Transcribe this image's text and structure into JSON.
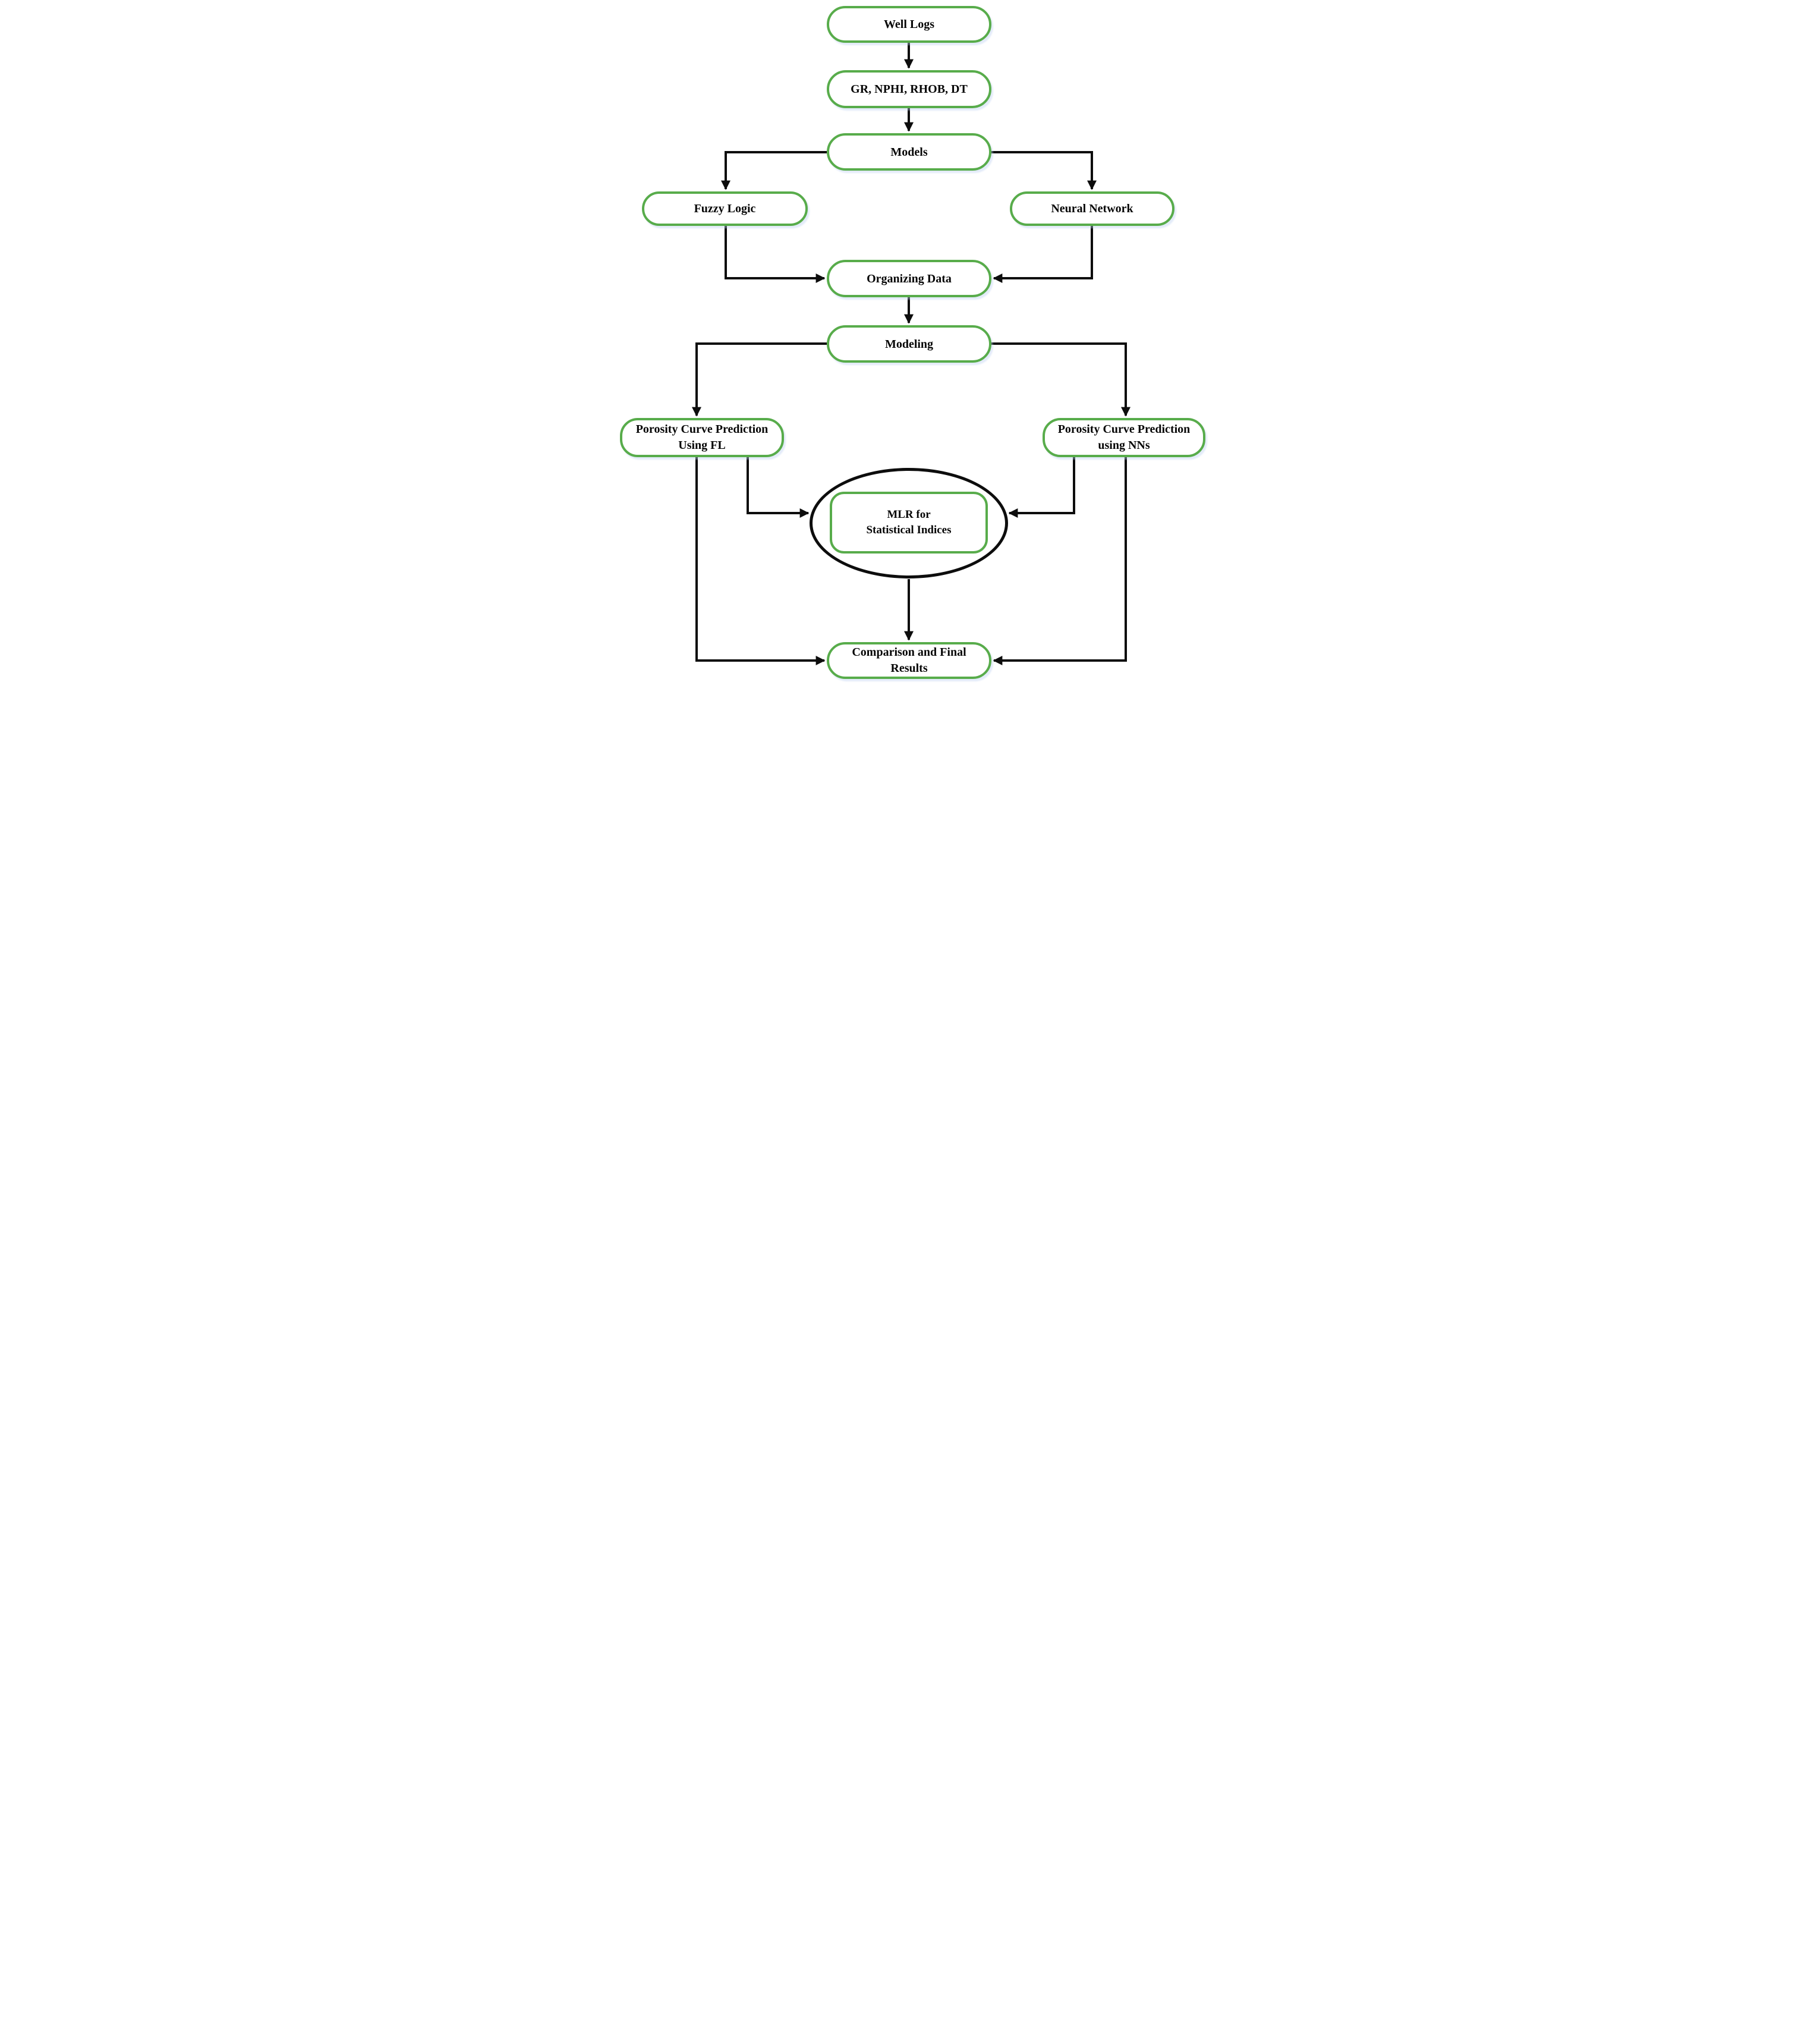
{
  "diagram": {
    "type": "flowchart",
    "accent_color": "#58AC4B",
    "line_color": "#0D0D0D",
    "background_color": "#FFFFFF",
    "nodes": {
      "well_logs": {
        "label": "Well Logs"
      },
      "inputs": {
        "label": "GR, NPHI, RHOB, DT"
      },
      "models": {
        "label": "Models"
      },
      "fuzzy_logic": {
        "label": "Fuzzy Logic"
      },
      "neural_network": {
        "label": "Neural Network"
      },
      "organizing_data": {
        "label": "Organizing Data"
      },
      "modeling": {
        "label": "Modeling"
      },
      "porosity_fl": {
        "line1": "Porosity Curve Prediction",
        "line2": "Using FL"
      },
      "porosity_nn": {
        "line1": "Porosity Curve Prediction",
        "line2": "using NNs"
      },
      "mlr": {
        "line1": "MLR for",
        "line2": "Statistical Indices"
      },
      "comparison": {
        "line1": "Comparison and Final",
        "line2": "Results"
      }
    },
    "edges": [
      "Well Logs -> GR, NPHI, RHOB, DT",
      "GR, NPHI, RHOB, DT -> Models",
      "Models -> Fuzzy Logic",
      "Models -> Neural Network",
      "Fuzzy Logic -> Organizing Data",
      "Neural Network -> Organizing Data",
      "Organizing Data -> Modeling",
      "Modeling -> Porosity Curve Prediction Using FL",
      "Modeling -> Porosity Curve Prediction using NNs",
      "Porosity Curve Prediction Using FL -> MLR for Statistical Indices",
      "Porosity Curve Prediction using NNs -> MLR for Statistical Indices",
      "Porosity Curve Prediction Using FL -> Comparison and Final Results",
      "Porosity Curve Prediction using NNs -> Comparison and Final Results",
      "MLR for Statistical Indices -> Comparison and Final Results"
    ]
  }
}
